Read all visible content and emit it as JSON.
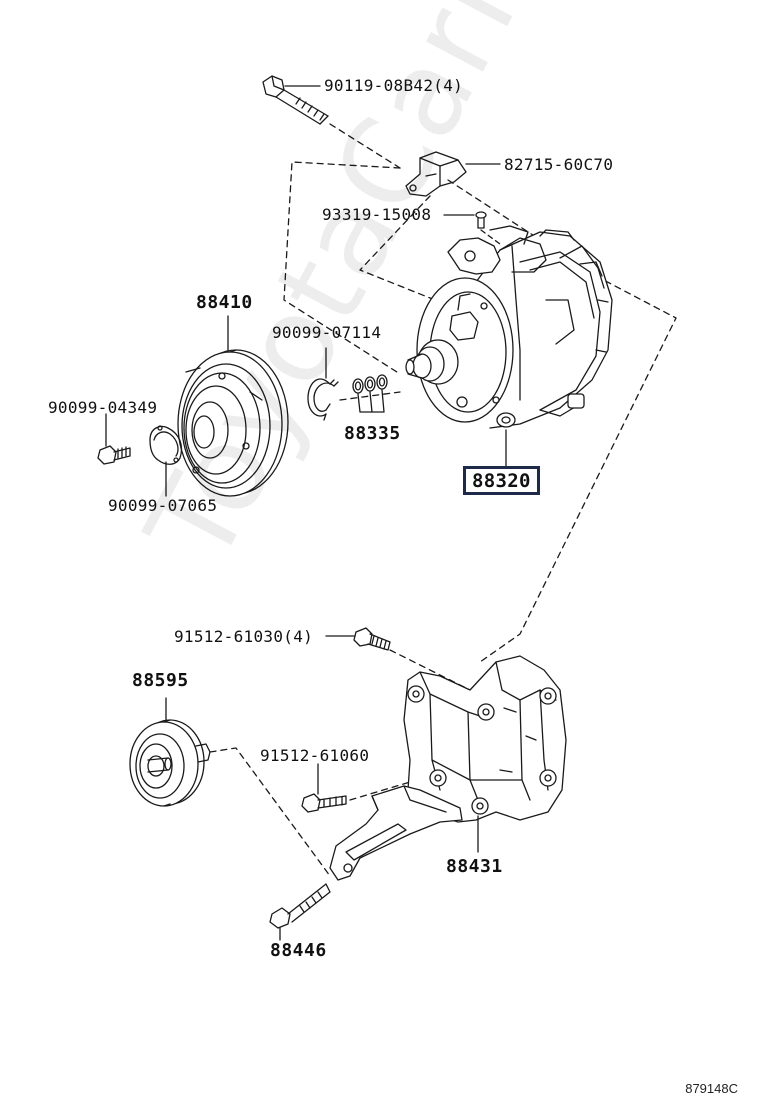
{
  "labels": {
    "bolt_top": "90119-08B42(4)",
    "bracket_top": "82715-60C70",
    "screw": "93319-15008",
    "pulley": "88410",
    "snap_ring": "90099-07114",
    "bolt_left": "90099-04349",
    "shims": "88335",
    "plate": "90099-07065",
    "compressor": "88320",
    "bolt_bracket": "91512-61030(4)",
    "idler": "88595",
    "bolt_idler": "91512-61060",
    "bracket": "88431",
    "bolt_bottom": "88446"
  },
  "watermark": "ToyotaCarMe.ru",
  "diagram_code": "879148C",
  "colors": {
    "line": "#1a1a1a",
    "highlight_border": "#1e2a4a"
  }
}
